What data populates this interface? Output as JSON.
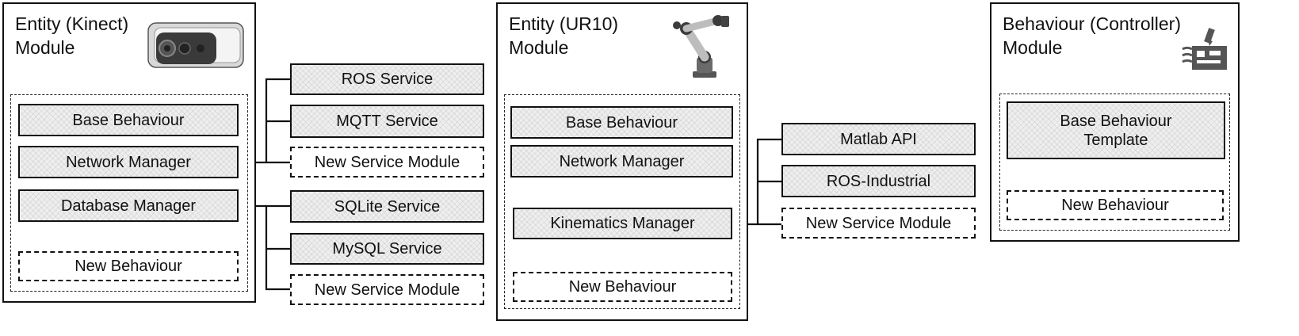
{
  "modules": {
    "kinect": {
      "title_line1": "Entity (Kinect)",
      "title_line2": "Module",
      "icon": "kinect-camera-icon",
      "base_behaviour": "Base Behaviour",
      "network_manager": "Network Manager",
      "database_manager": "Database Manager",
      "new_behaviour": "New Behaviour"
    },
    "ur10": {
      "title_line1": "Entity (UR10)",
      "title_line2": "Module",
      "icon": "robot-arm-icon",
      "base_behaviour": "Base Behaviour",
      "network_manager": "Network Manager",
      "kinematics_manager": "Kinematics Manager",
      "new_behaviour": "New Behaviour"
    },
    "controller": {
      "title_line1": "Behaviour (Controller)",
      "title_line2": "Module",
      "icon": "circuit-board-icon",
      "base_behaviour_template_line1": "Base Behaviour",
      "base_behaviour_template_line2": "Template",
      "new_behaviour": "New Behaviour"
    }
  },
  "services": {
    "kinect_network": [
      "ROS Service",
      "MQTT Service",
      "New Service Module"
    ],
    "kinect_database": [
      "SQLite Service",
      "MySQL Service",
      "New Service Module"
    ],
    "ur10_kinematics": [
      "Matlab API",
      "ROS-Industrial",
      "New Service Module"
    ]
  },
  "colors": {
    "line": "#111111",
    "box_fill": "#eeeeee"
  }
}
